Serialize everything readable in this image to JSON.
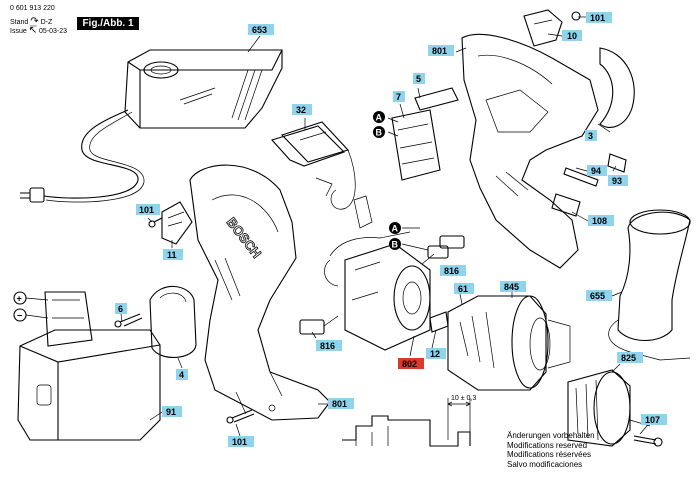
{
  "header": {
    "doc_number": "0 601 913 220",
    "stand_label": "Stand",
    "stand_value": "D-Z",
    "issue_label": "Issue",
    "issue_value": "05-03-23",
    "figure_label": "Fig./Abb. 1"
  },
  "brand_on_housing": "BOSCH",
  "connector_letters": [
    "A",
    "B"
  ],
  "battery_polarity": {
    "plus": "+",
    "minus": "−"
  },
  "callouts": {
    "c101_screw_top": "101",
    "c10": "10",
    "c653": "653",
    "c801_top": "801",
    "c5": "5",
    "c7": "7",
    "c32": "32",
    "c3": "3",
    "c94": "94",
    "c93": "93",
    "c108": "108",
    "c101_left": "101",
    "c11": "11",
    "c816_top": "816",
    "c655": "655",
    "c6": "6",
    "c61": "61",
    "c845": "845",
    "c816_bottom": "816",
    "c4": "4",
    "c12": "12",
    "c802": "802",
    "c825": "825",
    "c91": "91",
    "c801_bottom": "801",
    "c107": "107",
    "c101_bottom": "101"
  },
  "dimension_label": "10 ± 0,3",
  "notes": [
    "Änderungen vorbehalten",
    "Modifications reserved",
    "Modifications réservées",
    "Salvo modificaciones"
  ],
  "colors": {
    "callout": "#8fd3ec",
    "callout_highlight": "#d93a2b"
  }
}
